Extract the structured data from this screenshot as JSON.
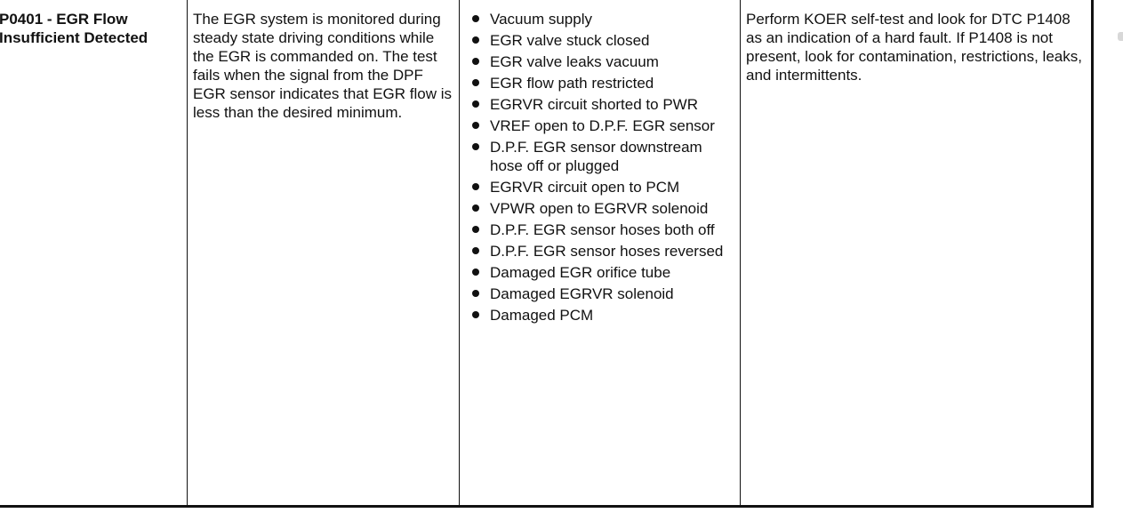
{
  "row": {
    "code": "P0401 - EGR Flow Insufficient Detected",
    "description": "The EGR system is monitored during steady state driving conditions while the EGR is commanded on. The test fails when the signal from the DPF EGR sensor indicates that EGR flow is less than the desired minimum.",
    "causes": [
      "Vacuum supply",
      "EGR valve stuck closed",
      "EGR valve leaks vacuum",
      "EGR flow path restricted",
      "EGRVR circuit shorted to PWR",
      "VREF open to D.P.F. EGR sensor",
      "D.P.F. EGR sensor downstream hose off or plugged",
      "EGRVR circuit open to PCM",
      "VPWR open to EGRVR solenoid",
      "D.P.F. EGR sensor hoses both off",
      "D.P.F. EGR sensor hoses reversed",
      "Damaged EGR orifice tube",
      "Damaged EGRVR solenoid",
      "Damaged PCM"
    ],
    "action": "Perform KOER self-test and look for DTC P1408 as an indication of a hard fault. If P1408 is not present, look for contamination, restrictions, leaks, and intermittents."
  }
}
